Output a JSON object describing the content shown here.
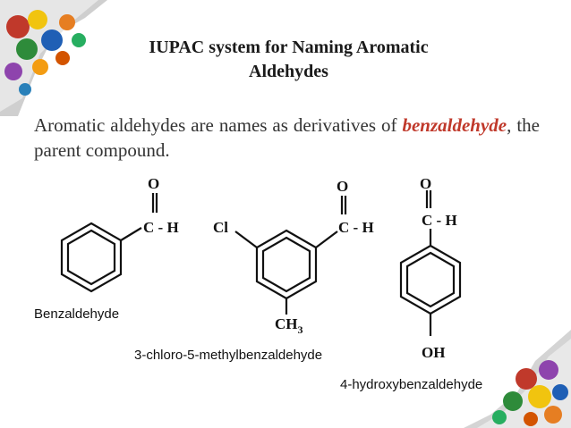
{
  "slide": {
    "title_line1": "IUPAC system for Naming Aromatic",
    "title_line2": "Aldehydes",
    "body_start": "Aromatic aldehydes are names as derivatives of",
    "body_highlight": "benzaldehyde",
    "body_end": ", the parent compound.",
    "highlight_color": "#c0392b"
  },
  "molecules": [
    {
      "name": "Benzaldehyde",
      "o_label": "O",
      "group_label": "C - H"
    },
    {
      "name": "3-chloro-5-methylbenzaldehyde",
      "o_label": "O",
      "group_label": "C - H",
      "sub_left": "Cl",
      "sub_bottom": "CH",
      "sub_bottom_index": "3"
    },
    {
      "name": "4-hydroxybenzaldehyde",
      "o_label": "O",
      "group_label": "C - H",
      "sub_bottom": "OH"
    }
  ]
}
